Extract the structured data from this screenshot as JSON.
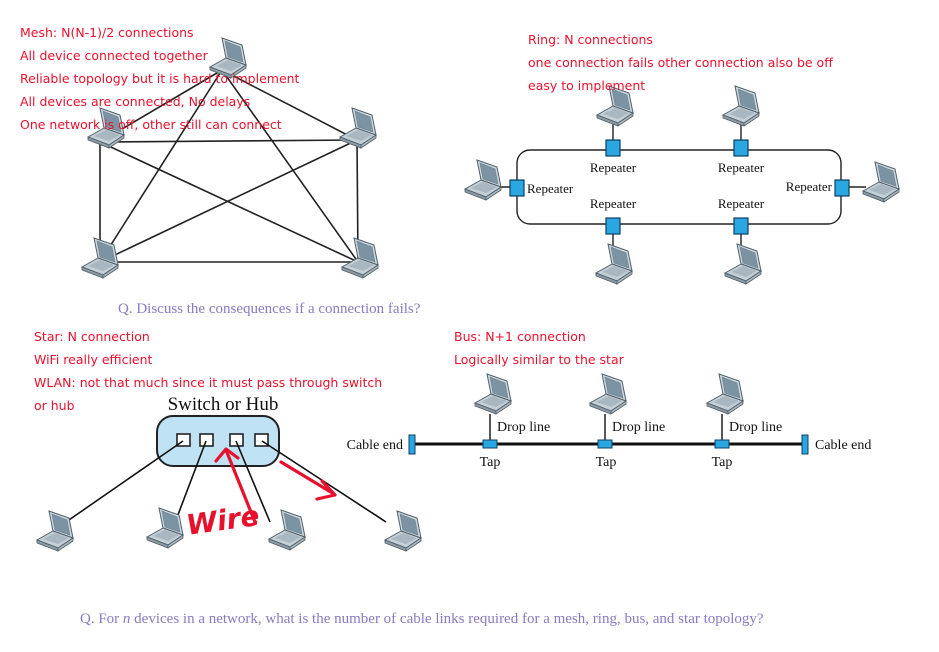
{
  "mesh": {
    "notes": [
      "Mesh: N(N-1)/2 connections",
      "All device connected together",
      "Reliable topology but it is hard to implement",
      "All devices are connected, No delays",
      "One network is off, other still can connect"
    ]
  },
  "ring": {
    "notes": [
      "Ring: N connections",
      "one connection fails other connection also be off",
      "easy to implement"
    ],
    "repeater_label": "Repeater"
  },
  "question_1": "Q. Discuss the consequences if a connection fails?",
  "star": {
    "notes": [
      "Star: N connection",
      "WiFi really efficient",
      "WLAN: not that much  since it must pass through switch",
      "or hub"
    ],
    "hub_label": "Switch or Hub",
    "handwritten": "Wire"
  },
  "bus": {
    "notes": [
      "Bus: N+1 connection",
      "Logically similar to the star"
    ],
    "cable_end_label": "Cable end",
    "drop_line_label": "Drop line",
    "tap_label": "Tap"
  },
  "question_2": {
    "prefix": "Q. For ",
    "var": "n",
    "suffix": " devices in a network, what is the number of cable links required for a mesh, ring, bus, and star topology?"
  },
  "colors": {
    "annotation": "#e8112d",
    "question": "#8a7bc3",
    "device_blue": "#2aa6e0",
    "hub_fill": "#bfe3f5"
  },
  "icons": [
    "laptop-icon",
    "repeater-icon",
    "tap-icon",
    "cable-end-icon"
  ]
}
